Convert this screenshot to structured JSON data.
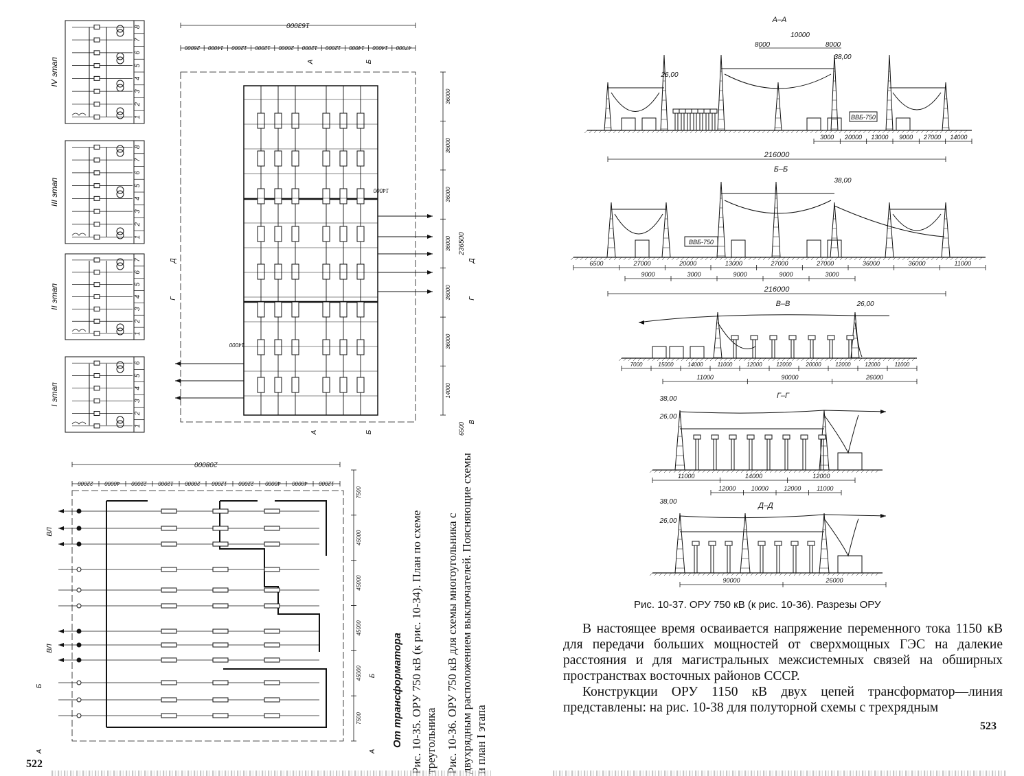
{
  "left_page": {
    "page_number": "522",
    "stage_labels": [
      "IV этап",
      "III этап",
      "II этап",
      "I этап"
    ],
    "stage_bay_numbers": {
      "stage4": [
        "1",
        "2",
        "3",
        "4",
        "5",
        "6",
        "7",
        "8"
      ],
      "stage3": [
        "1",
        "2",
        "3",
        "4",
        "5",
        "6",
        "7",
        "8"
      ],
      "stage2": [
        "1",
        "2",
        "3",
        "4",
        "5",
        "6",
        "7"
      ],
      "stage1": [
        "1",
        "2",
        "3",
        "4",
        "5",
        "6"
      ]
    },
    "plan_1036": {
      "overall_width": "163000",
      "top_dims": [
        "47000",
        "14000",
        "14000",
        "12000",
        "12000",
        "20000",
        "12000",
        "12000",
        "14000",
        "26000"
      ],
      "right_dims": [
        "14000",
        "36000",
        "36000",
        "36000",
        "36000",
        "36000",
        "36000"
      ],
      "overall_height": "236500",
      "bottom_dim": "6500",
      "inner_dims": [
        "14000",
        "14000"
      ],
      "section_marks": [
        "А",
        "Б",
        "Г",
        "Д",
        "В",
        "Г",
        "А",
        "Б",
        "В",
        "Д"
      ]
    },
    "plan_1035": {
      "overall_width": "208000",
      "top_dims": [
        "22000",
        "40000",
        "22000",
        "12000",
        "20000",
        "12000",
        "22000",
        "40000",
        "40000",
        "12000"
      ],
      "right_dims": [
        "7500",
        "45000",
        "45000",
        "45000",
        "45000",
        "7500"
      ],
      "line_labels": [
        "ВЛ",
        "ВЛ"
      ],
      "transformer_label": "От трансформатора",
      "section_marks": [
        "А",
        "Б",
        "А",
        "Б"
      ]
    },
    "caption_1035": "Рис. 10-35. ОРУ 750 кВ (к рис. 10-34). План по схеме треугольника",
    "caption_1036": "Рис. 10-36. ОРУ 750 кВ для схемы многоугольника с двухрядным расположением выключателей. Поясняющие схемы и план I этапа"
  },
  "right_page": {
    "page_number": "523",
    "section_AA": {
      "title": "А–А",
      "top_dims": [
        "8000",
        "10000",
        "8000"
      ],
      "elevations": [
        "26,00",
        "38,00"
      ],
      "equipment": "ВВБ-750",
      "bottom_dims": [
        "3000",
        "20000",
        "13000",
        "9000",
        "27000",
        "14000"
      ],
      "overall": "216000"
    },
    "section_BB": {
      "title": "Б–Б",
      "elevations": [
        "38,00"
      ],
      "equipment": "ВВБ-750",
      "bottom_dims": [
        "6500",
        "27000",
        "20000",
        "13000",
        "27000",
        "27000",
        "36000",
        "36000",
        "11000"
      ],
      "lower_dims": [
        "9000",
        "3000",
        "9000",
        "9000",
        "3000"
      ],
      "overall": "216000"
    },
    "section_VV": {
      "title": "В–В",
      "elevations": [
        "26,00"
      ],
      "bottom_dims": [
        "7000",
        "15000",
        "14000",
        "11000",
        "12000",
        "12000",
        "20000",
        "12000",
        "12000",
        "11000"
      ],
      "lower_dims": [
        "11000",
        "90000",
        "26000"
      ]
    },
    "section_GG": {
      "title": "Г–Г",
      "elevations": [
        "38,00",
        "26,00"
      ],
      "bottom_dims": [
        "11000",
        "14000",
        "12000"
      ],
      "lower_dims": [
        "12000",
        "10000",
        "12000",
        "11000"
      ]
    },
    "section_DD": {
      "title": "Д–Д",
      "elevations": [
        "38,00",
        "26,00"
      ],
      "bottom_dims": [
        "90000",
        "26000"
      ]
    },
    "figure_caption": "Рис. 10-37. ОРУ 750 кВ (к рис. 10-36). Разрезы ОРУ",
    "paragraph1": "В настоящее время осваивается напряжение переменного тока 1150 кВ для передачи больших мощностей от сверхмощных ГЭС на далекие расстояния и для магистральных межсистемных связей на обширных пространствах восточных районов СССР.",
    "paragraph2": "Конструкции ОРУ 1150 кВ двух цепей трансформатор—линия представлены: на рис. 10-38 для полуторной схемы с трехрядным"
  }
}
